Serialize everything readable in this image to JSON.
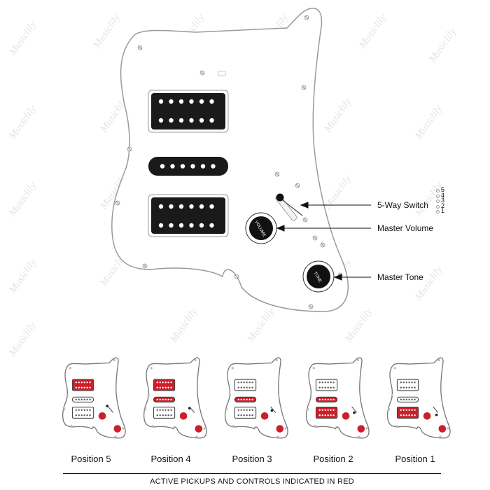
{
  "callouts": {
    "switch": "5-Way Switch",
    "volume": "Master Volume",
    "tone": "Master Tone"
  },
  "switch_positions": [
    "5",
    "4",
    "3",
    "2",
    "1"
  ],
  "knob_labels": {
    "volume": "VOLUME",
    "tone": "TONE"
  },
  "watermark": "Musiclily",
  "footer": "ACTIVE PICKUPS AND CONTROLS INDICATED IN RED",
  "colors": {
    "pickup": "#1a1a1a",
    "active": "#cc1f2a",
    "pickguard_outline": "#9a9a9a"
  },
  "positions": [
    {
      "label": "Position 5",
      "neck": true,
      "middle": false,
      "bridge": false
    },
    {
      "label": "Position 4",
      "neck": true,
      "middle": true,
      "bridge": false
    },
    {
      "label": "Position 3",
      "neck": false,
      "middle": true,
      "bridge": false
    },
    {
      "label": "Position 2",
      "neck": false,
      "middle": true,
      "bridge": true
    },
    {
      "label": "Position 1",
      "neck": false,
      "middle": false,
      "bridge": true
    }
  ]
}
